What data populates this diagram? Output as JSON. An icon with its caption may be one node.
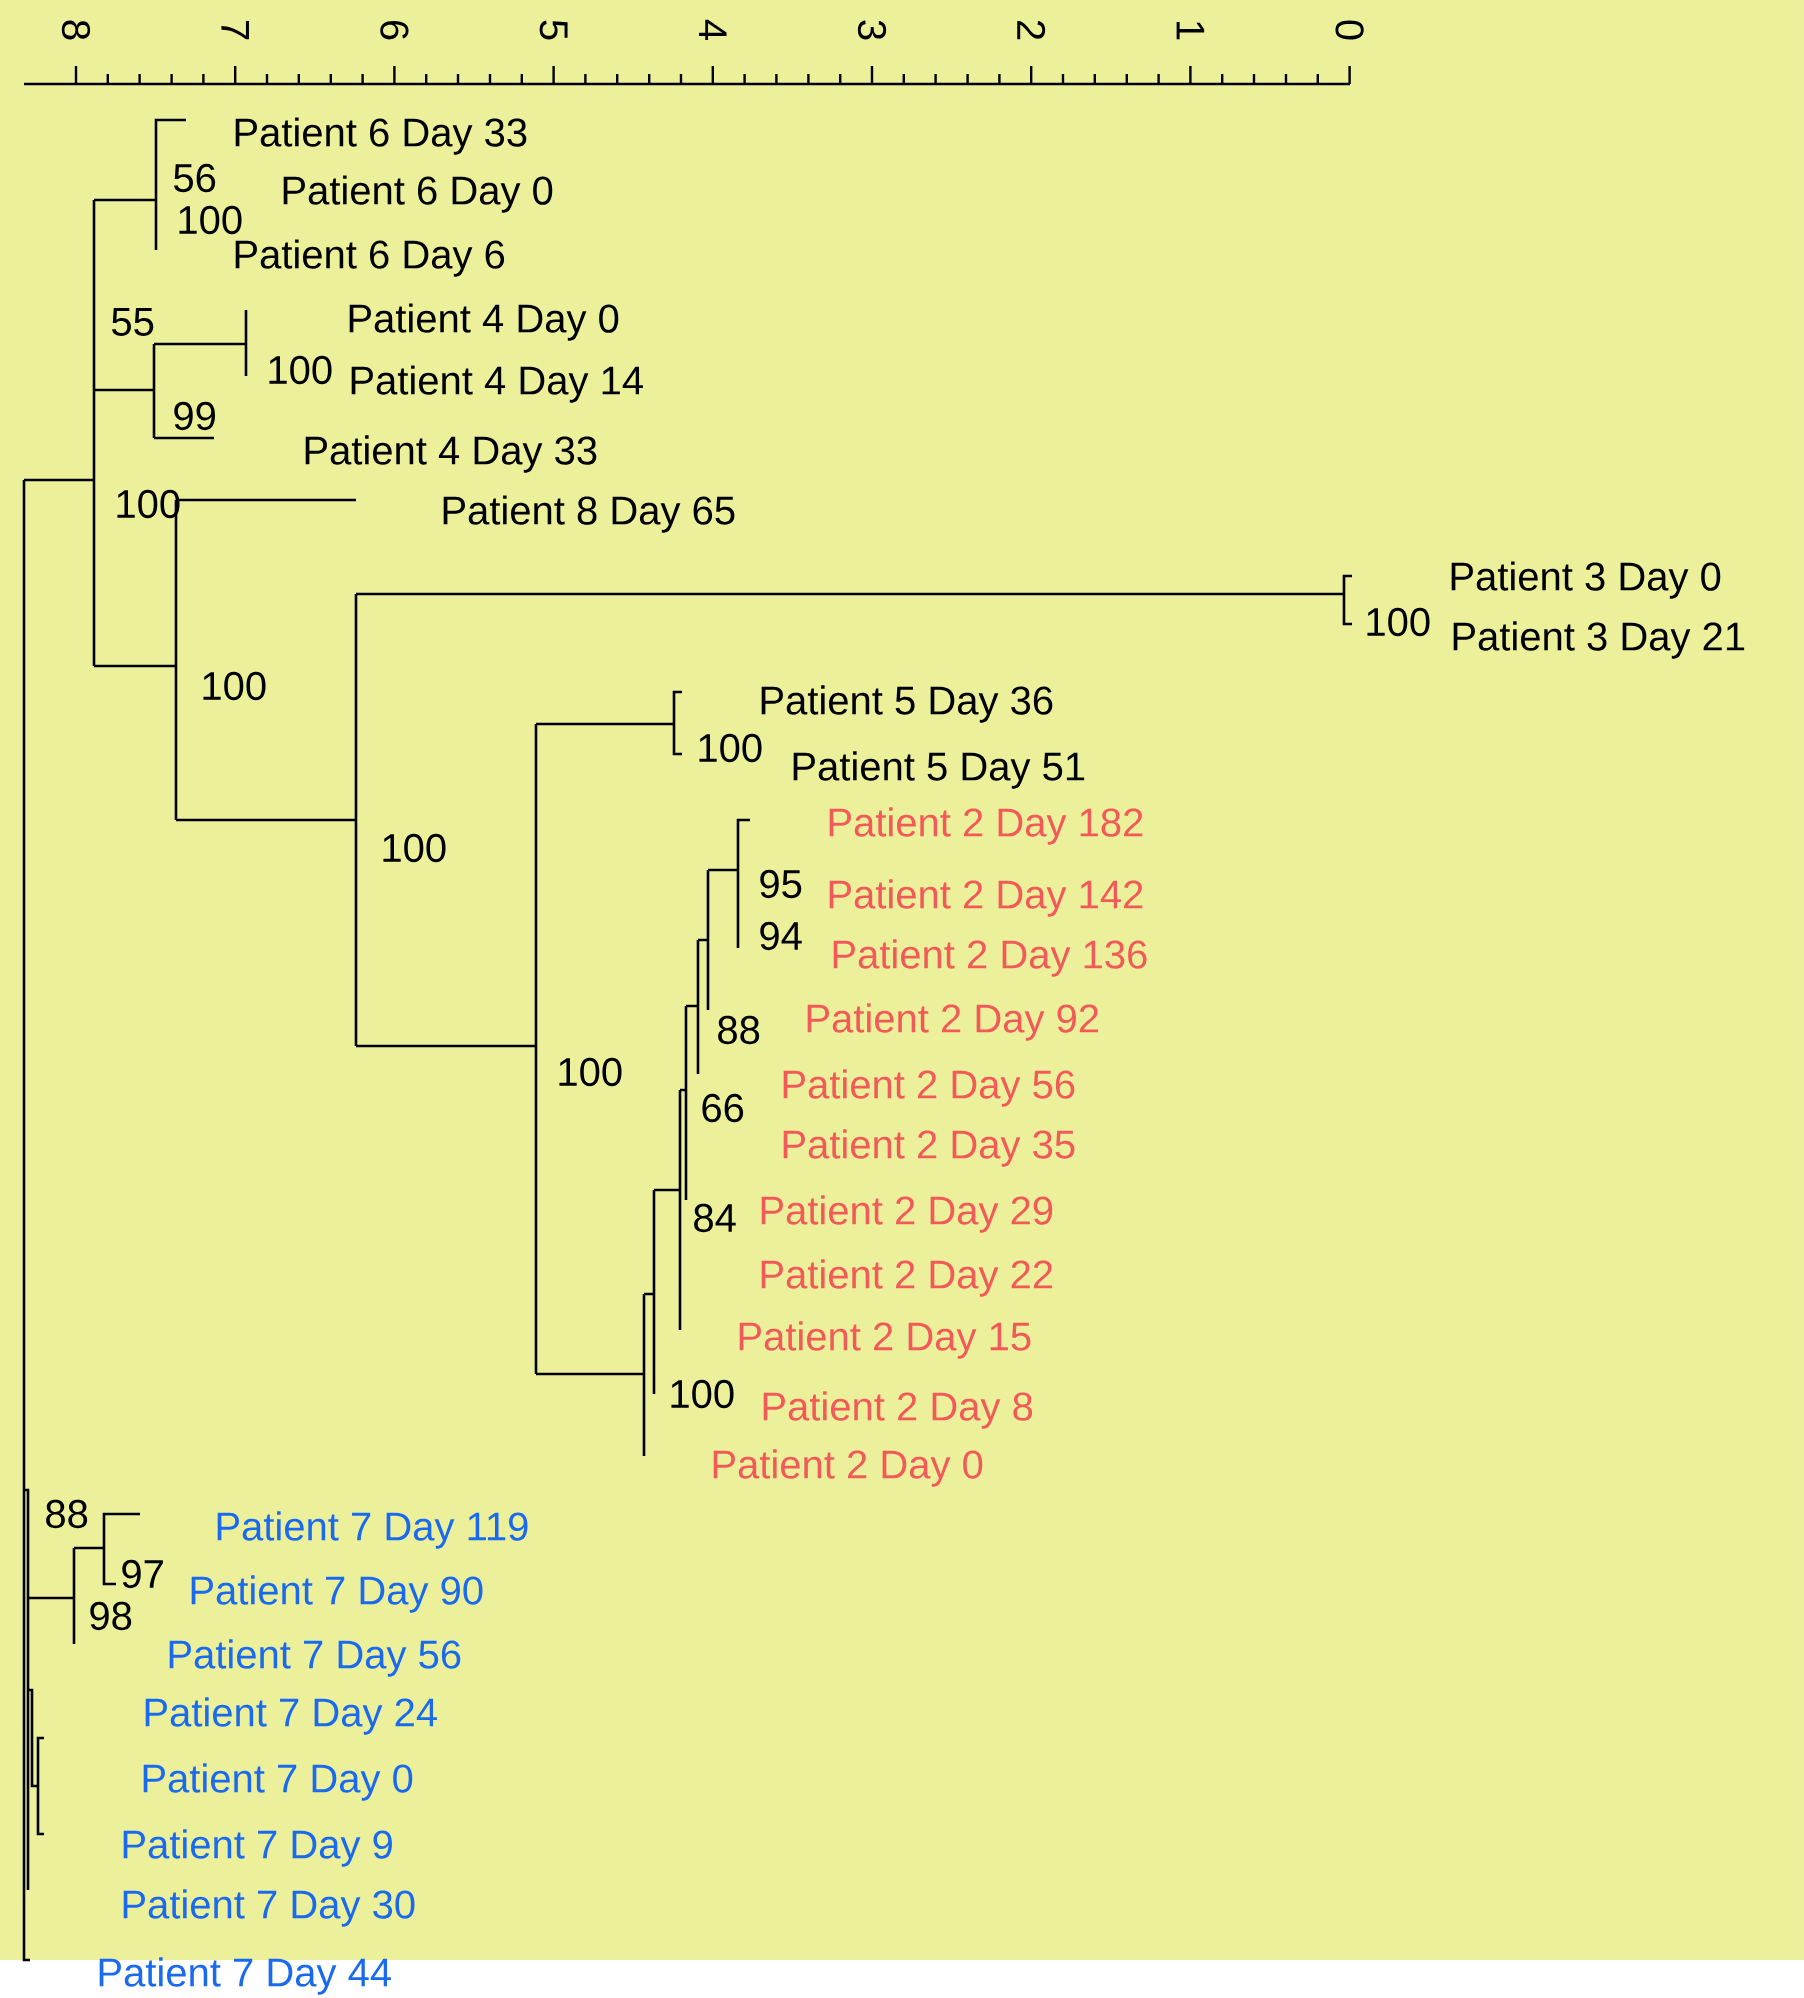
{
  "diagram": {
    "labels": [
      "8",
      "7",
      "6",
      "5",
      "4",
      "3",
      "2",
      "1",
      "0",
      "Patient 6 Day 33",
      "56",
      "Patient 6 Day 0",
      "100",
      "Patient 6 Day 6",
      "55",
      "Patient 4 Day 0",
      "100",
      "Patient 4 Day 14",
      "99",
      "Patient 4 Day 33",
      "100",
      "Patient 8 Day 65",
      "Patient 3 Day 0",
      "100",
      "Patient 3 Day 21",
      "100",
      "Patient 5 Day 36",
      "100",
      "Patient 5 Day 51",
      "Patient 2 Day 182",
      "100",
      "95",
      "Patient 2 Day 142",
      "94",
      "Patient 2 Day 136",
      "88",
      "Patient 2 Day 92",
      "100",
      "66",
      "Patient 2 Day 56",
      "Patient 2 Day 35",
      "84",
      "Patient 2 Day 29",
      "Patient 2 Day 22",
      "Patient 2 Day 15",
      "100",
      "Patient 2 Day 8",
      "Patient 2 Day 0",
      "88",
      "Patient 7 Day 119",
      "97",
      "Patient 7 Day 90",
      "98",
      "Patient 7 Day 56",
      "Patient 7 Day 24",
      "Patient 7 Day 0",
      "Patient 7 Day 9",
      "Patient 7 Day 30",
      "Patient 7 Day 44"
    ]
  }
}
